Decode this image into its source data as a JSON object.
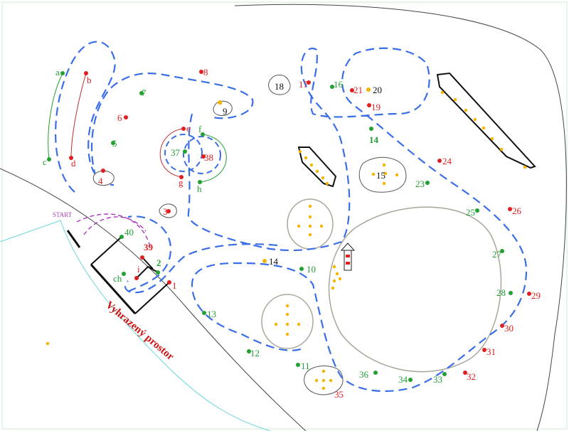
{
  "map": {
    "restricted_area_label": "Vyhrazený prostor",
    "start_label": "START",
    "colors": {
      "control_green": "#22a032",
      "control_red": "#e02020",
      "marker_orange": "#f5b400",
      "route_blue": "#3a6ee8",
      "restricted_label": "#cc1111"
    },
    "controls": {
      "a": "a",
      "b": "b",
      "c": "c",
      "d": "d",
      "e": "e",
      "f": "f",
      "g": "g",
      "h": "h",
      "i": "i",
      "ch": "ch",
      "n1": "1",
      "n2": "2",
      "n3": "3",
      "n4": "4",
      "n5": "5",
      "n6": "6",
      "n7": "7",
      "n8": "8",
      "n9": "9",
      "n10": "10",
      "n11": "11",
      "n12": "12",
      "n13": "13",
      "n14": "14",
      "n14b": "14",
      "n15": "15",
      "n16": "16",
      "n17": "17",
      "n18": "18",
      "n19": "19",
      "n20": "20",
      "n21": "21",
      "n23": "23",
      "n24": "24",
      "n25": "25",
      "n26": "26",
      "n27": "27",
      "n28": "28",
      "n29": "29",
      "n30": "30",
      "n31": "31",
      "n32": "32",
      "n33": "33",
      "n34": "34",
      "n35": "35",
      "n36": "36",
      "n37": "37",
      "n38": "38",
      "n39": "39",
      "n40": "40"
    }
  }
}
